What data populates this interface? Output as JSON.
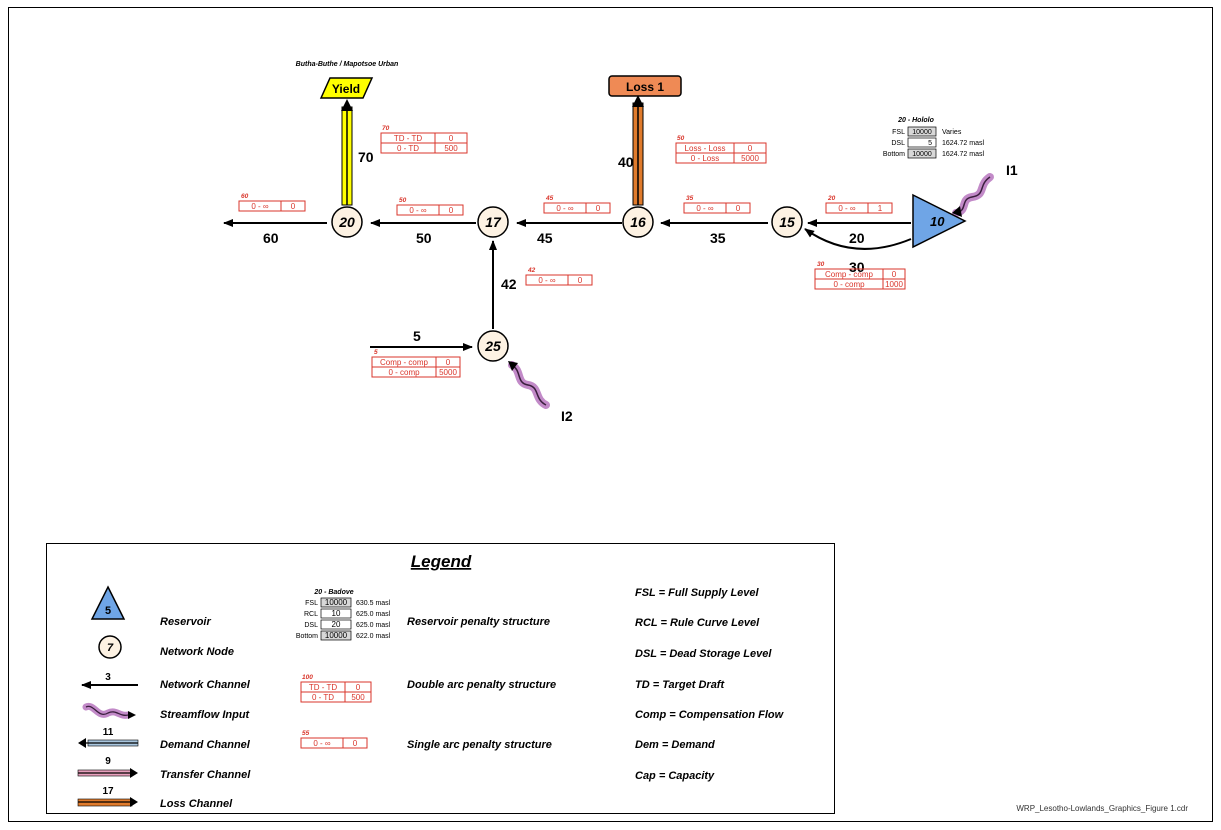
{
  "footer": {
    "filename": "WRP_Lesotho-Lowlands_Graphics_Figure 1.cdr"
  },
  "colors": {
    "reservoir_fill": "#6fa5e6",
    "node_fill": "#fdf2e3",
    "yield_fill": "#ffff00",
    "loss_fill": "#ef8a55",
    "loss_channel": "#e07b2c",
    "penalty_red": "#d9352b",
    "streamflow_purple": "#c28ac8",
    "demand_blue": "#a9c6de",
    "transfer_pink": "#e8a0bd"
  },
  "diagram": {
    "reservoir": {
      "id": "10",
      "name": "20 - Hololo",
      "rows": [
        {
          "label": "FSL",
          "value": "10000",
          "level": "Varies"
        },
        {
          "label": "DSL",
          "value": "5",
          "level": "1624.72 masl"
        },
        {
          "label": "Bottom",
          "value": "10000",
          "level": "1624.72 masl"
        }
      ]
    },
    "nodes": [
      {
        "id": "20"
      },
      {
        "id": "17"
      },
      {
        "id": "16"
      },
      {
        "id": "15"
      },
      {
        "id": "25"
      }
    ],
    "channels": {
      "c60": "60",
      "c50": "50",
      "c45": "45",
      "c35": "35",
      "c20": "20",
      "c30": "30",
      "c42": "42",
      "c5": "5",
      "c70": "70",
      "c40": "40"
    },
    "inflows": {
      "i1": "I1",
      "i2": "I2"
    },
    "yield": {
      "label": "Yield",
      "title": "Butha-Buthe / Mapotsoe Urban"
    },
    "loss": {
      "label": "Loss 1"
    },
    "penalties": {
      "p60": {
        "number": "60",
        "cells": [
          "0 - ∞",
          "0"
        ]
      },
      "p50": {
        "number": "50",
        "cells": [
          "0 - ∞",
          "0"
        ]
      },
      "p45": {
        "number": "45",
        "cells": [
          "0 - ∞",
          "0"
        ]
      },
      "p35": {
        "number": "35",
        "cells": [
          "0 - ∞",
          "0"
        ]
      },
      "p20": {
        "number": "20",
        "cells": [
          "0 - ∞",
          "1"
        ]
      },
      "p42": {
        "number": "42",
        "cells": [
          "0 - ∞",
          "0"
        ]
      },
      "p70": {
        "number": "70",
        "rows": [
          [
            "TD - TD",
            "0"
          ],
          [
            "0 - TD",
            "500"
          ]
        ]
      },
      "p40": {
        "number": "50",
        "rows": [
          [
            "Loss - Loss",
            "0"
          ],
          [
            "0 - Loss",
            "5000"
          ]
        ]
      },
      "p30": {
        "number": "30",
        "rows": [
          [
            "Comp - comp",
            "0"
          ],
          [
            "0 - comp",
            "1000"
          ]
        ]
      },
      "p5": {
        "number": "5",
        "rows": [
          [
            "Comp - comp",
            "0"
          ],
          [
            "0 - comp",
            "5000"
          ]
        ]
      }
    }
  },
  "legend": {
    "title": "Legend",
    "symbols": {
      "reservoir_num": "5",
      "reservoir_label": "Reservoir",
      "node_num": "7",
      "node_label": "Network Node",
      "network_num": "3",
      "network_label": "Network Channel",
      "streamflow_label": "Streamflow Input",
      "demand_num": "11",
      "demand_label": "Demand Channel",
      "transfer_num": "9",
      "transfer_label": "Transfer Channel",
      "loss_num": "17",
      "loss_label": "Loss Channel"
    },
    "reservoir_penalty": {
      "name": "20 - Badove",
      "rows": [
        {
          "label": "FSL",
          "value": "10000",
          "level": "630.5 masl"
        },
        {
          "label": "RCL",
          "value": "10",
          "level": "625.0 masl"
        },
        {
          "label": "DSL",
          "value": "20",
          "level": "625.0 masl"
        },
        {
          "label": "Bottom",
          "value": "10000",
          "level": "622.0 masl"
        }
      ],
      "caption": "Reservoir penalty structure"
    },
    "double_arc": {
      "number": "100",
      "rows": [
        [
          "TD - TD",
          "0"
        ],
        [
          "0 - TD",
          "500"
        ]
      ],
      "caption": "Double arc penalty structure"
    },
    "single_arc": {
      "number": "55",
      "cells": [
        "0 - ∞",
        "0"
      ],
      "caption": "Single arc penalty structure"
    },
    "abbreviations": [
      "FSL = Full Supply Level",
      "RCL = Rule Curve Level",
      "DSL = Dead Storage Level",
      "TD = Target Draft",
      "Comp = Compensation Flow",
      "Dem = Demand",
      "Cap = Capacity"
    ]
  }
}
